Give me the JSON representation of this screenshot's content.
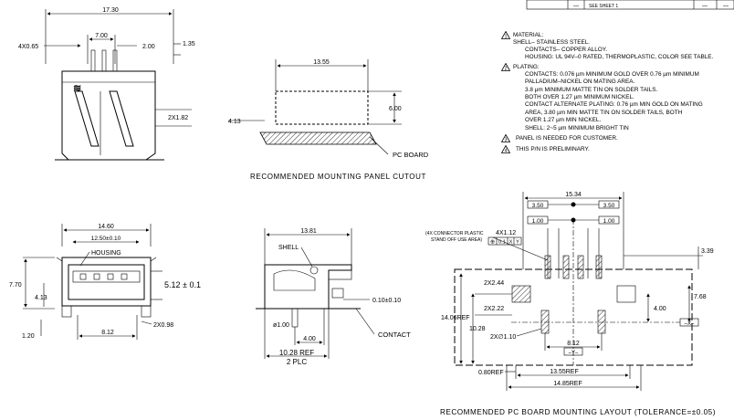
{
  "title_block": {
    "row_dash_1": "—",
    "row_text": "SEE SHEET 1",
    "row_dash_2": "—",
    "row_dash_3": "—"
  },
  "notes": {
    "n1_flag": "1",
    "n1_title": "MATERIAL:",
    "n1_shell": "SHELL– STAINLESS STEEL.",
    "n1_contacts": "CONTACTS– COPPER ALLOY.",
    "n1_housing": "HOUSING: UL 94V–0 RATED, THERMOPLASTIC, COLOR SEE TABLE.",
    "n2_flag": "2",
    "n2_title": "PLATING:",
    "n2_line1": "CONTACTS: 0.076  µm MINIMUM GOLD OVER 0.76 µm MINIMUM",
    "n2_line2": "PALLADIUM–NICKEL ON MATING AREA.",
    "n2_line3": "3.8 µm MINIMUM MATTE TIN ON SOLDER TAILS.",
    "n2_line4": "BOTH OVER 1.27 µm MINIMUM NICKEL.",
    "n2_line5": "CONTACT ALTERNATE PLATING: 0.76 µm MIN GOLD ON MATING",
    "n2_line6": "AREA, 3.80 µm MIN MATTE TIN ON SOLDER TAILS, BOTH",
    "n2_line7": "OVER 1.27 µm MIN NICKEL.",
    "n2_line8": "SHELL: 2~5 µm MINIMUM BRIGHT TIN",
    "n3_flag": "3",
    "n3_text": "PANEL IS NEEDED FOR CUSTOMER.",
    "n4_flag": "4",
    "n4_text": "THIS P/N IS PRELIMINARY."
  },
  "side_view": {
    "width": "17.30",
    "pitch": "4X0.65",
    "span": "7.00",
    "offset": "2.00",
    "height": "1.35",
    "boss": "2X1.82"
  },
  "panel_cutout": {
    "width": "13.55",
    "height": "6.00",
    "offset": "4.13",
    "board": "PC BOARD",
    "caption": "RECOMMENDED MOUNTING PANEL CUTOUT"
  },
  "front_view": {
    "width": "14.60",
    "inner": "12.50±0.10",
    "housing": "HOUSING",
    "opening": "5.12 ± 0.1",
    "height": "7.70",
    "center": "4.13",
    "pins": "2X0.98",
    "spacing": "8.12",
    "tail": "1.20"
  },
  "section_view": {
    "width": "13.81",
    "shell": "SHELL",
    "gap": "0.10±0.10",
    "hole": "ø1.00",
    "pos": "4.00",
    "contact": "CONTACT",
    "ref": "10.28 REF",
    "plc": "2 PLC"
  },
  "pcb_layout": {
    "width": "15.34",
    "box_l": "3.50",
    "box_r": "3.50",
    "box_l2": "1.00",
    "box_r2": "1.00",
    "note": "(4X CONNECTOR PLASTIC",
    "note2": "STAND OFF USE AREA)",
    "pads": "4X1.12",
    "tol_a": "⊕",
    "tol_b": "0.1",
    "tol_c": "X",
    "tol_d": "Y",
    "offset": "3.39",
    "slot_w": "2X2.44",
    "slot_h": "2X2.22",
    "height": "14.06REF",
    "depth": "10.28",
    "holes": "2X∅1.10",
    "dim_a": "7.68",
    "dim_b": "4.00",
    "pitch": "8.12",
    "axis_y": "–Y–",
    "axis_x": "–X–",
    "ref_a": "13.55REF",
    "ref_b": "14.85REF",
    "ref_c": "0.80REF",
    "caption": "RECOMMENDED PC BOARD MOUNTING LAYOUT (TOLERANCE=±0.05)"
  }
}
